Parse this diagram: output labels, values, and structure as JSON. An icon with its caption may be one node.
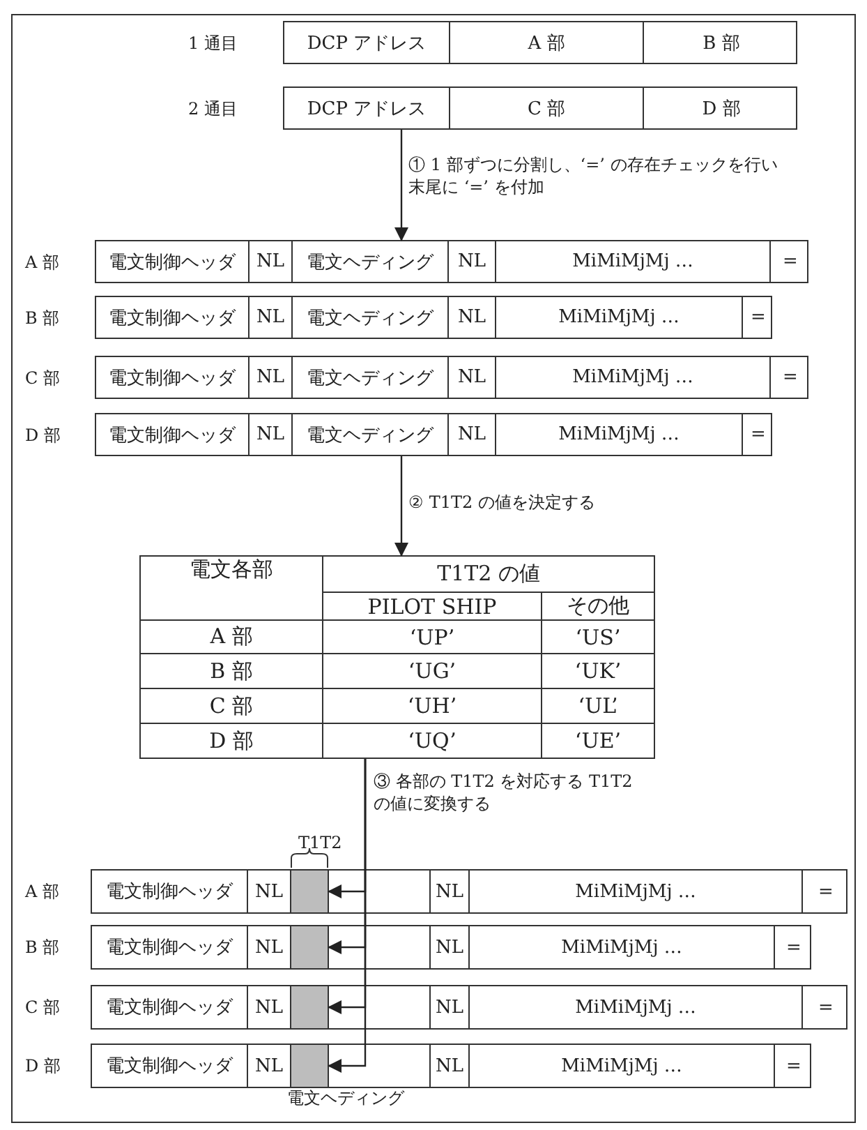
{
  "diagram": {
    "nodes": [
      {
        "text": [
          "DCP アドレス",
          "A 部",
          "B 部"
        ],
        "beside": [
          "1 通目"
        ]
      },
      {
        "text": [
          "DCP アドレス",
          "C 部",
          "D 部"
        ],
        "beside": [
          "2 通目"
        ]
      },
      {
        "text": [
          "電文制御ヘッダ",
          "NL",
          "電文ヘディング",
          "NL",
          "MiMiMjMj …",
          "="
        ],
        "beside": [
          "A 部"
        ]
      },
      {
        "text": [
          "電文制御ヘッダ",
          "NL",
          "電文ヘディング",
          "NL",
          "MiMiMjMj …",
          "="
        ],
        "beside": [
          "B 部"
        ]
      },
      {
        "text": [
          "電文制御ヘッダ",
          "NL",
          "電文ヘディング",
          "NL",
          "MiMiMjMj …",
          "="
        ],
        "beside": [
          "C 部"
        ]
      },
      {
        "text": [
          "電文制御ヘッダ",
          "NL",
          "電文ヘディング",
          "NL",
          "MiMiMjMj …",
          "="
        ],
        "beside": [
          "D 部"
        ]
      },
      {
        "text": [
          "電文各部",
          "T1T2 の値",
          "PILOT SHIP",
          "その他",
          "A 部",
          "‘UP’",
          "‘US’",
          "B 部",
          "‘UG’",
          "‘UK’",
          "C 部",
          "‘UH’",
          "‘UL’",
          "D 部",
          "‘UQ’",
          "‘UE’"
        ]
      },
      {
        "text": [
          "電文制御ヘッダ",
          "NL",
          "NL",
          "MiMiMjMj …",
          "="
        ],
        "beside": [
          "A 部"
        ]
      },
      {
        "text": [],
        "shape": "box",
        "in": 7
      },
      {
        "text": [
          "電文制御ヘッダ",
          "NL",
          "NL",
          "MiMiMjMj …",
          "="
        ],
        "beside": [
          "B 部"
        ]
      },
      {
        "text": [],
        "shape": "box",
        "in": 9
      },
      {
        "text": [
          "電文制御ヘッダ",
          "NL",
          "NL",
          "MiMiMjMj …",
          "="
        ],
        "beside": [
          "C 部"
        ]
      },
      {
        "text": [],
        "shape": "box",
        "in": 11
      },
      {
        "text": [
          "電文制御ヘッダ",
          "NL",
          "NL",
          "MiMiMjMj …",
          "="
        ],
        "beside": [
          "D 部"
        ]
      },
      {
        "text": [],
        "shape": "box",
        "in": 13
      }
    ],
    "edges": [
      {
        "from": 1,
        "to": 2,
        "arrow": "to",
        "label": "① 1 部ずつに分割し、‘=’ の存在チェックを行い末尾に ‘=’ を付加"
      },
      {
        "from": 5,
        "to": 6,
        "arrow": "to",
        "label": "② T1T2 の値を決定する"
      },
      {
        "from": 6,
        "to": 8,
        "arrow": "to",
        "label": "③ 各部の T1T2 を対応する T1T2 の値に変換する"
      },
      {
        "from": 6,
        "to": 10,
        "arrow": "to"
      },
      {
        "from": 6,
        "to": 12,
        "arrow": "to"
      },
      {
        "from": 6,
        "to": 14,
        "arrow": "to"
      }
    ],
    "labels": [
      "T1T2",
      "電文ヘディング"
    ]
  }
}
